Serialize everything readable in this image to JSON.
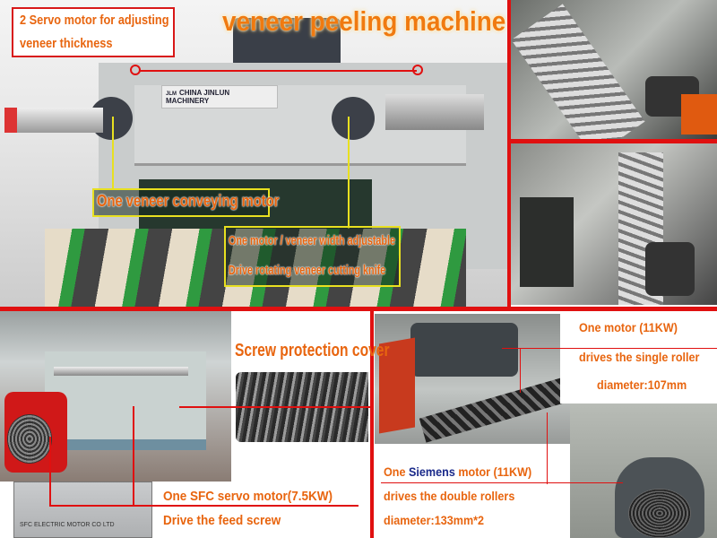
{
  "title": "veneer peeling machine",
  "brand_plate": "CHINA JINLUN MACHINERY",
  "brand_logo": "JLM",
  "annotations": {
    "servo_line1": "2 Servo motor for adjusting",
    "servo_line2": "veneer thickness",
    "conveying": "One veneer conveying motor",
    "width_line1": "One motor / veneer width  adjustable",
    "width_line2": "Drive rotating veneer cutting knife",
    "screw_cover": "Screw protection cover",
    "sfc_line1": "One SFC servo motor(7.5KW)",
    "sfc_line2": "Drive the feed screw",
    "single_line1": "One motor (11KW)",
    "single_line2": "drives  the single roller",
    "single_line3": "diameter:107mm",
    "siemens_pre": "One ",
    "siemens_brand": "Siemens",
    "siemens_post": " motor (11KW)",
    "double_line2": "drives  the double rollers",
    "double_line3": "diameter:133mm*2"
  },
  "nameplate": "SFC ELECTRIC MOTOR CO LTD",
  "colors": {
    "label_orange": "#e8650f",
    "frame_red": "#e01010",
    "leader_yellow": "#e8e020",
    "siemens_blue": "#1a2a8a"
  }
}
